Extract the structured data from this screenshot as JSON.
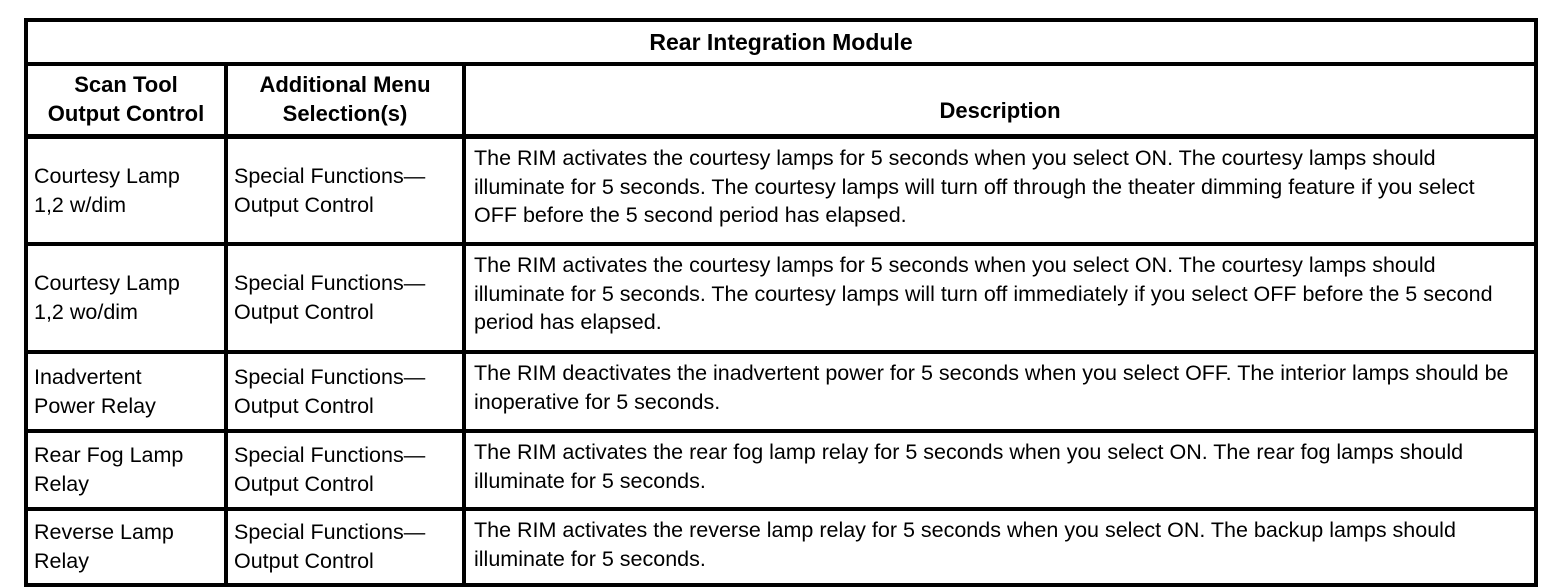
{
  "colors": {
    "border": "#000000",
    "background": "#ffffff",
    "text": "#000000"
  },
  "table": {
    "title": "Rear Integration Module",
    "columns": [
      {
        "label": "Scan Tool\nOutput Control"
      },
      {
        "label": "Additional Menu\nSelection(s)"
      },
      {
        "label": "Description"
      }
    ],
    "rows": [
      {
        "output_control": "Courtesy Lamp\n1,2 w/dim",
        "menu_selection": "Special Functions—\nOutput Control",
        "description": "The RIM activates the courtesy lamps for 5 seconds when you select ON. The courtesy lamps should illuminate for 5 seconds. The courtesy lamps will turn off through the theater dimming feature if you select OFF before the 5 second period has elapsed."
      },
      {
        "output_control": "Courtesy Lamp\n1,2 wo/dim",
        "menu_selection": "Special Functions—\nOutput Control",
        "description": "The RIM activates the courtesy lamps for 5 seconds when you select ON. The courtesy lamps should illuminate for 5 seconds. The courtesy lamps will turn off immediately if you select OFF before the 5 second period has elapsed."
      },
      {
        "output_control": "Inadvertent\nPower Relay",
        "menu_selection": "Special Functions—\nOutput Control",
        "description": "The RIM deactivates the inadvertent power for 5 seconds when you select OFF. The interior lamps should be inoperative for 5 seconds."
      },
      {
        "output_control": "Rear Fog Lamp\nRelay",
        "menu_selection": "Special Functions—\nOutput Control",
        "description": "The RIM activates the rear fog lamp relay for 5 seconds when you select ON. The rear fog lamps should illuminate for 5 seconds."
      },
      {
        "output_control": "Reverse Lamp\nRelay",
        "menu_selection": "Special Functions—\nOutput Control",
        "description": "The RIM activates the reverse lamp relay for 5 seconds when you select ON. The backup lamps should illuminate for 5 seconds."
      }
    ]
  }
}
